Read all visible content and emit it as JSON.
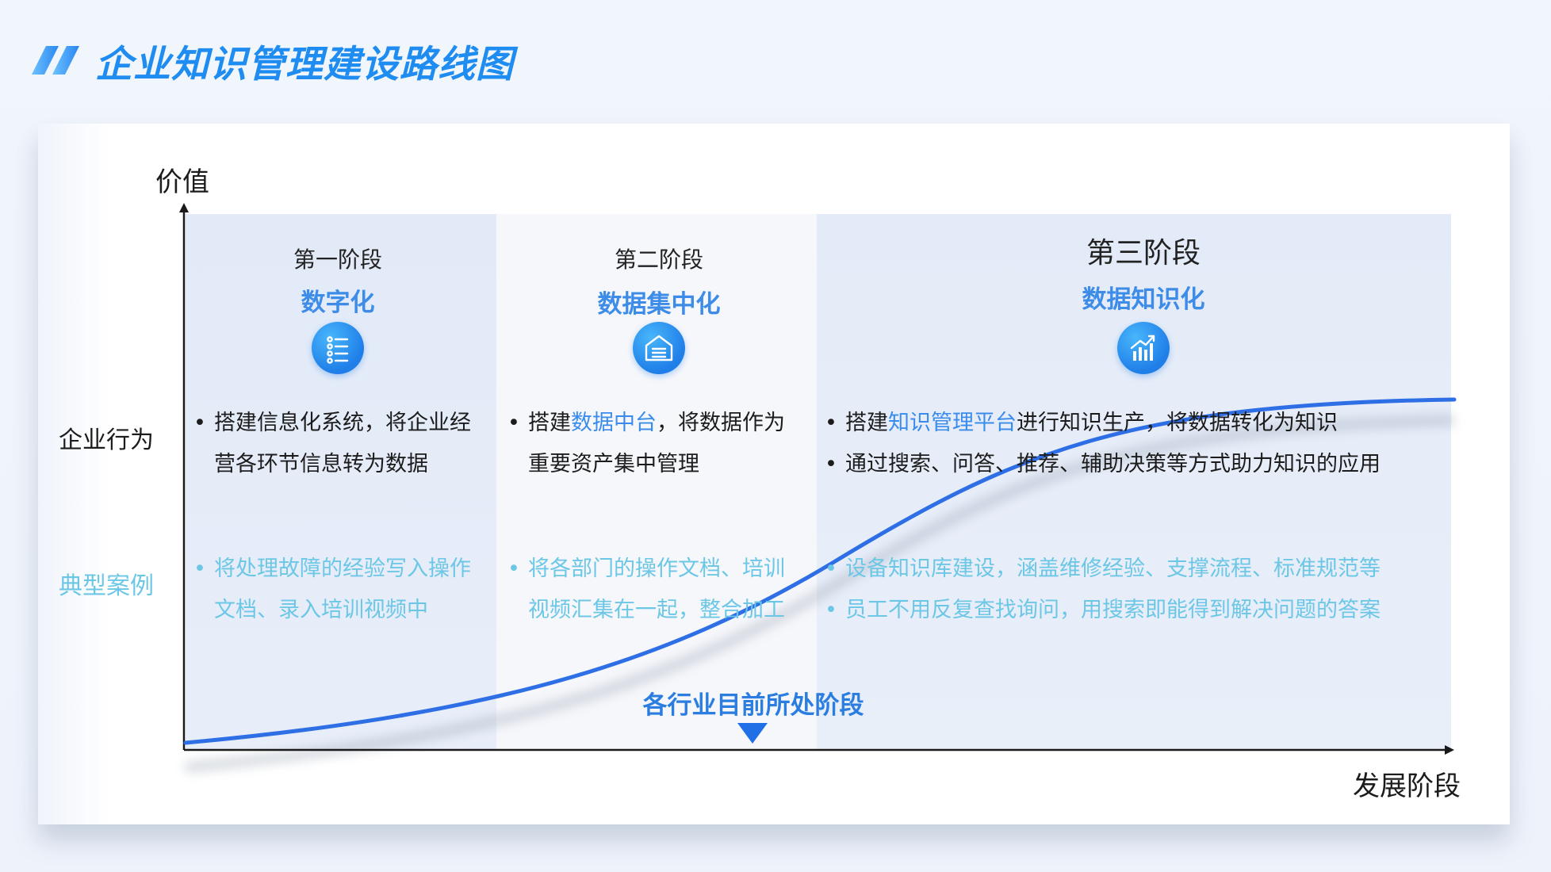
{
  "header": {
    "title": "企业知识管理建设路线图"
  },
  "axes": {
    "y_label": "价值",
    "x_label": "发展阶段"
  },
  "rows": {
    "behavior_label": "企业行为",
    "cases_label": "典型案例"
  },
  "stages": [
    {
      "title": "第一阶段",
      "name": "数字化",
      "icon": "list-icon",
      "behaviors": [
        {
          "pre": "搭建信息化系统，将企业经营各环节信息转为数据",
          "hl": "",
          "post": ""
        }
      ],
      "cases": [
        "将处理故障的经验写入操作文档、录入培训视频中"
      ]
    },
    {
      "title": "第二阶段",
      "name": "数据集中化",
      "icon": "warehouse-icon",
      "behaviors": [
        {
          "pre": "搭建",
          "hl": "数据中台",
          "post": "，将数据作为重要资产集中管理"
        }
      ],
      "cases": [
        "将各部门的操作文档、培训视频汇集在一起，整合加工"
      ]
    },
    {
      "title": "第三阶段",
      "name": "数据知识化",
      "icon": "growth-chart-icon",
      "behaviors": [
        {
          "pre": "搭建",
          "hl": "知识管理平台",
          "post": "进行知识生产，将数据转化为知识"
        },
        {
          "pre": "通过搜索、问答、推荐、辅助决策等方式助力知识的应用",
          "hl": "",
          "post": ""
        }
      ],
      "cases": [
        "设备知识库建设，涵盖维修经验、支撑流程、标准规范等",
        "员工不用反复查找询问，用搜索即能得到解决问题的答案"
      ]
    }
  ],
  "marker": {
    "label": "各行业目前所处阶段"
  },
  "colors": {
    "title": "#1e8cf0",
    "curve": "#2f6fe6",
    "highlight": "#3a8cec",
    "case_text": "#6cc7e6",
    "marker": "#1f6fe6"
  }
}
